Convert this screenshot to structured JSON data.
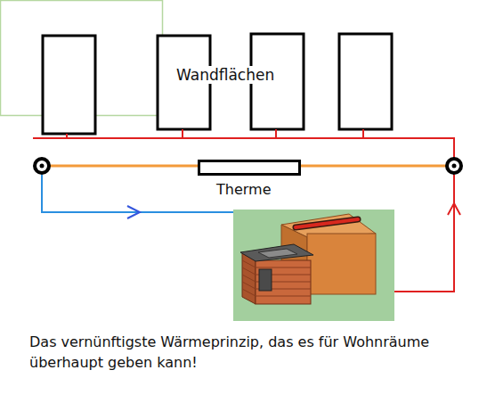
{
  "diagram": {
    "caption": "Das vernünftigste Wärmeprinzip, das es für Wohnräume überhaupt geben kann!",
    "nodes": [
      {
        "text": [
          "Therme"
        ]
      }
    ],
    "labels": [
      "Wandflächen"
    ]
  }
}
